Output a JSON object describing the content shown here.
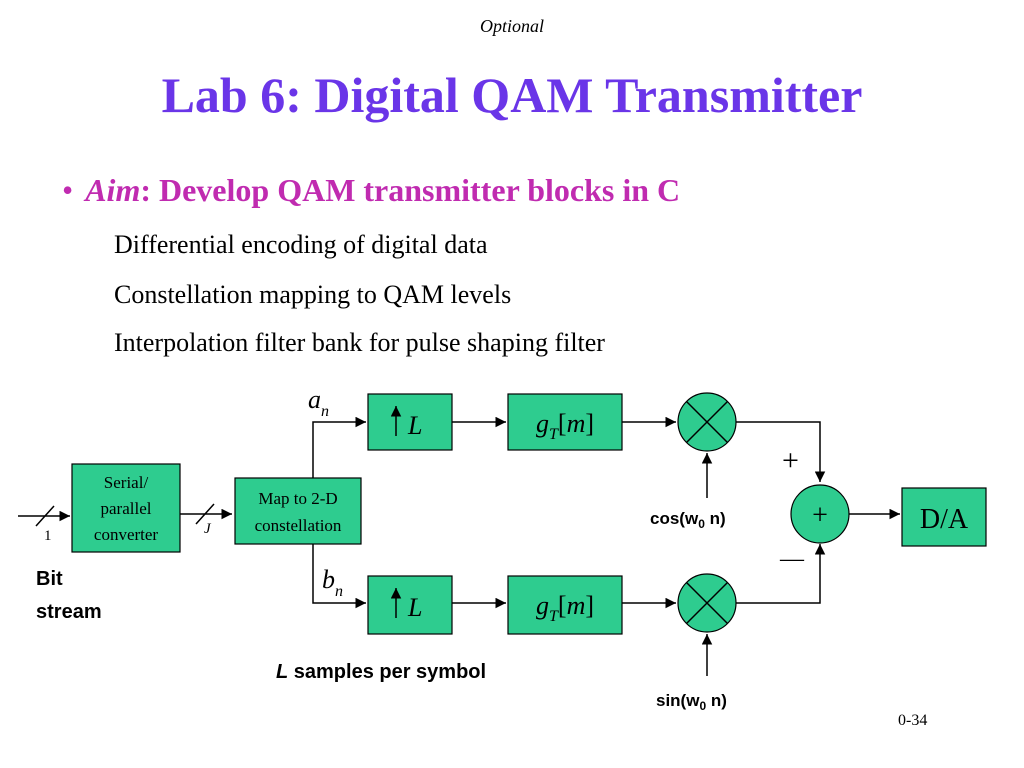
{
  "header": {
    "optional": "Optional",
    "title": "Lab 6: Digital QAM Transmitter"
  },
  "aim": {
    "bullet": "•",
    "label": "Aim",
    "text": ": Develop QAM transmitter blocks in C",
    "items": [
      "Differential encoding of digital data",
      "Constellation mapping to QAM levels",
      "Interpolation filter bank for pulse shaping filter"
    ]
  },
  "diagram": {
    "input_width": "1",
    "bit_stream_line1": "Bit",
    "bit_stream_line2": "stream",
    "serial_line1": "Serial/",
    "serial_line2": "parallel",
    "serial_line3": "converter",
    "bus_width": "J",
    "map_line1": "Map to 2-D",
    "map_line2": "constellation",
    "a_letter": "a",
    "a_sub": "n",
    "b_letter": "b",
    "b_sub": "n",
    "upsample": "L",
    "filter_g": "g",
    "filter_sub": "T",
    "filter_open": "[",
    "filter_m": "m",
    "filter_close": "]",
    "cos_main": "cos(w",
    "cos_sub": "0",
    "cos_tail": " n)",
    "sin_main": "sin(w",
    "sin_sub": "0",
    "sin_tail": " n)",
    "plus_sign": "+",
    "minus_sign": "—",
    "sum_sign": "+",
    "da": "D/A",
    "samples_L": "L",
    "samples_text": " samples per symbol"
  },
  "footer": {
    "page": "0-34"
  },
  "colors": {
    "title": "#6a35e8",
    "aim": "#c02bb0",
    "block": "#2ecc8f"
  }
}
